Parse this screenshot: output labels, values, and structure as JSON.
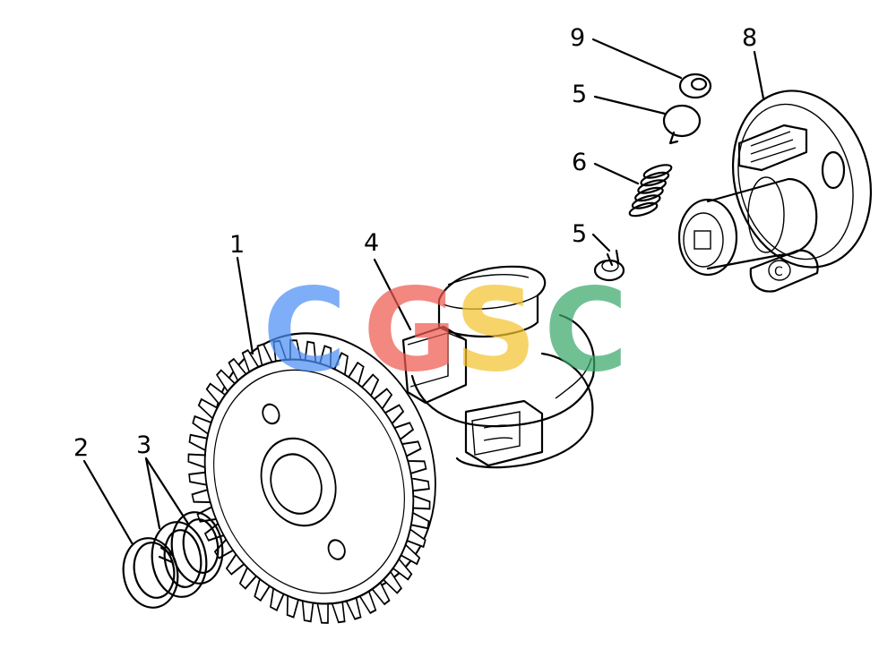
{
  "diagram": {
    "callouts": {
      "gear": "1",
      "snap_ring": "2",
      "washers": "3",
      "flyweight_holder": "4",
      "ball_lower": "5",
      "spring": "6",
      "ball_upper": "5",
      "shaft_flange": "8",
      "cap": "9"
    }
  },
  "watermark": {
    "letters": [
      "C",
      "G",
      "S",
      "C"
    ],
    "colors": [
      "#4d8ff5",
      "#ef5b52",
      "#f5c431",
      "#3aa86c"
    ]
  },
  "colors": {
    "line": "#000000",
    "background": "#ffffff"
  }
}
